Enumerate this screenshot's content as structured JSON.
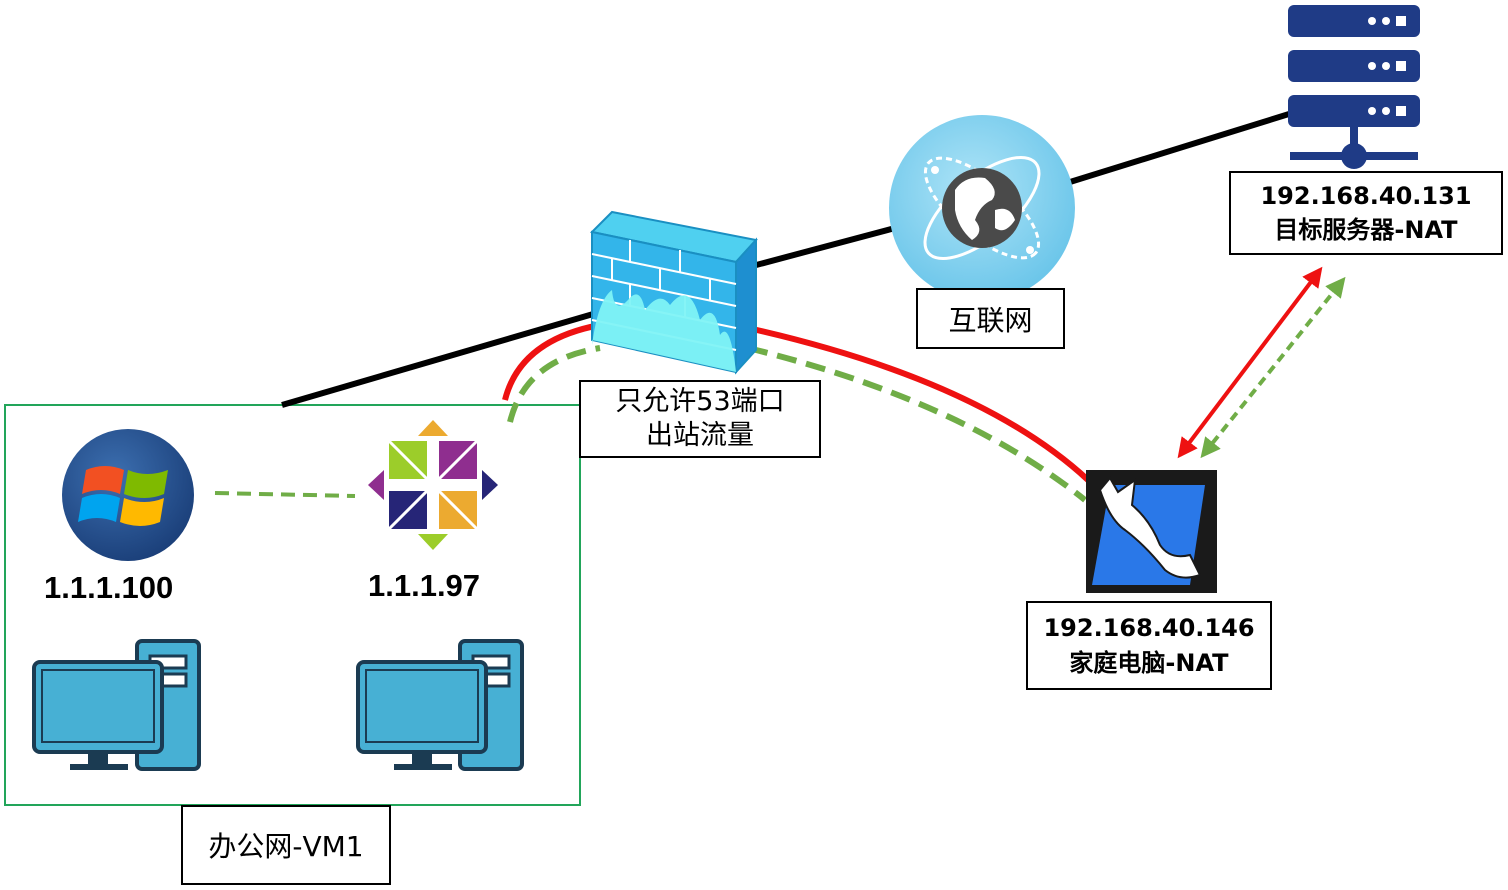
{
  "office_net": {
    "label": "办公网-VM1"
  },
  "hosts": [
    {
      "ip": "1.1.1.100",
      "os_icon": "windows-logo-icon",
      "device_icon": "desktop-computer-icon"
    },
    {
      "ip": "1.1.1.97",
      "os_icon": "centos-logo-icon",
      "device_icon": "desktop-computer-icon"
    }
  ],
  "firewall": {
    "icon": "firewall-icon",
    "rule_line1": "只允许53端口",
    "rule_line2": "出站流量"
  },
  "internet": {
    "icon": "globe-icon",
    "label": "互联网"
  },
  "target_server": {
    "icon": "server-rack-icon",
    "ip": "192.168.40.131",
    "name": "目标服务器-NAT"
  },
  "home_pc": {
    "icon": "dnscat-tool-icon",
    "ip": "192.168.40.146",
    "name": "家庭电脑-NAT"
  },
  "colors": {
    "network_link": "#000000",
    "tunnel_red": "#ee1111",
    "tunnel_green": "#70ad47",
    "office_border": "#22a55a",
    "server_blue": "#1f3b86",
    "pc_teal": "#47b0d4"
  }
}
